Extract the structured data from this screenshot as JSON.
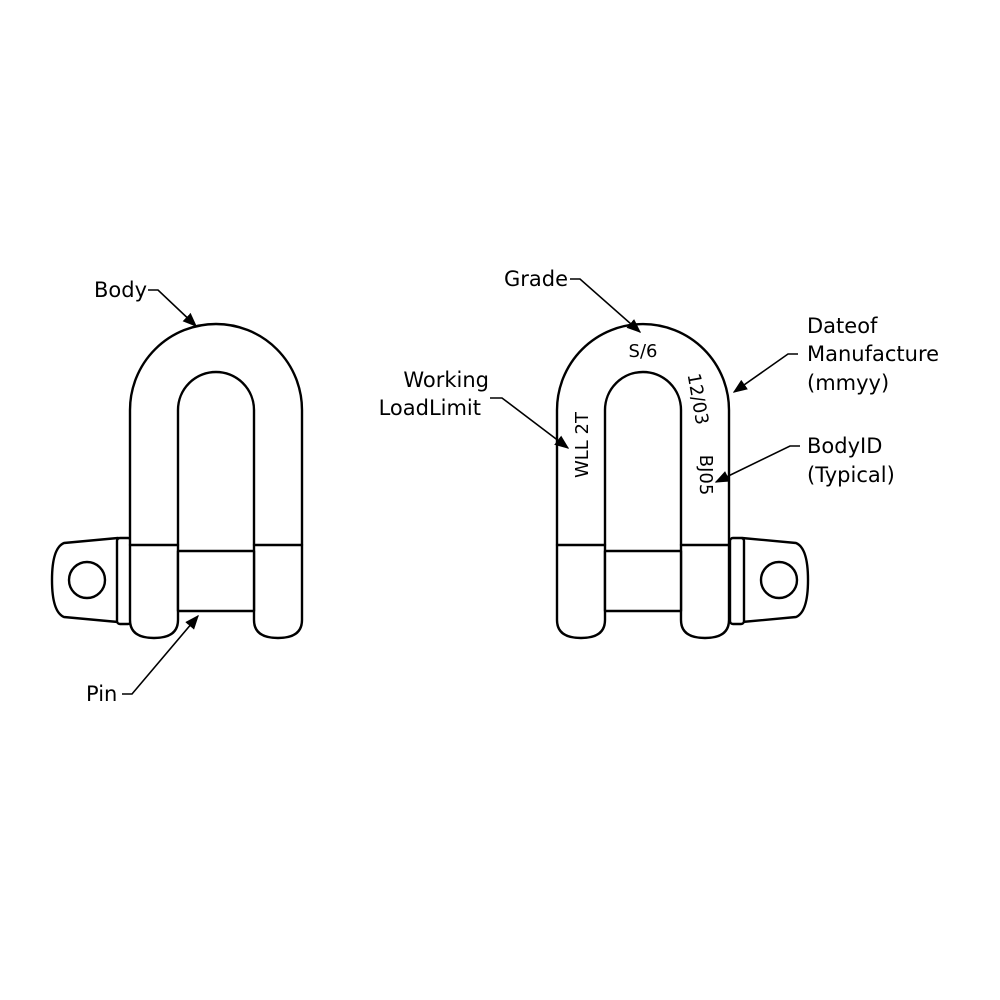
{
  "labels": {
    "body": "Body",
    "pin": "Pin",
    "grade": "Grade",
    "working_load_limit": [
      "Working",
      "LoadLimit"
    ],
    "date_of_manufacture": [
      "Dateof",
      "Manufacture",
      "(mmyy)"
    ],
    "body_id": [
      "BodyID",
      "(Typical)"
    ]
  },
  "markings": {
    "grade": "S/6",
    "wll": "WLL 2T",
    "date": "12/03",
    "body_id": "BJ05"
  },
  "colors": {
    "line": "#000000",
    "background": "#ffffff"
  }
}
